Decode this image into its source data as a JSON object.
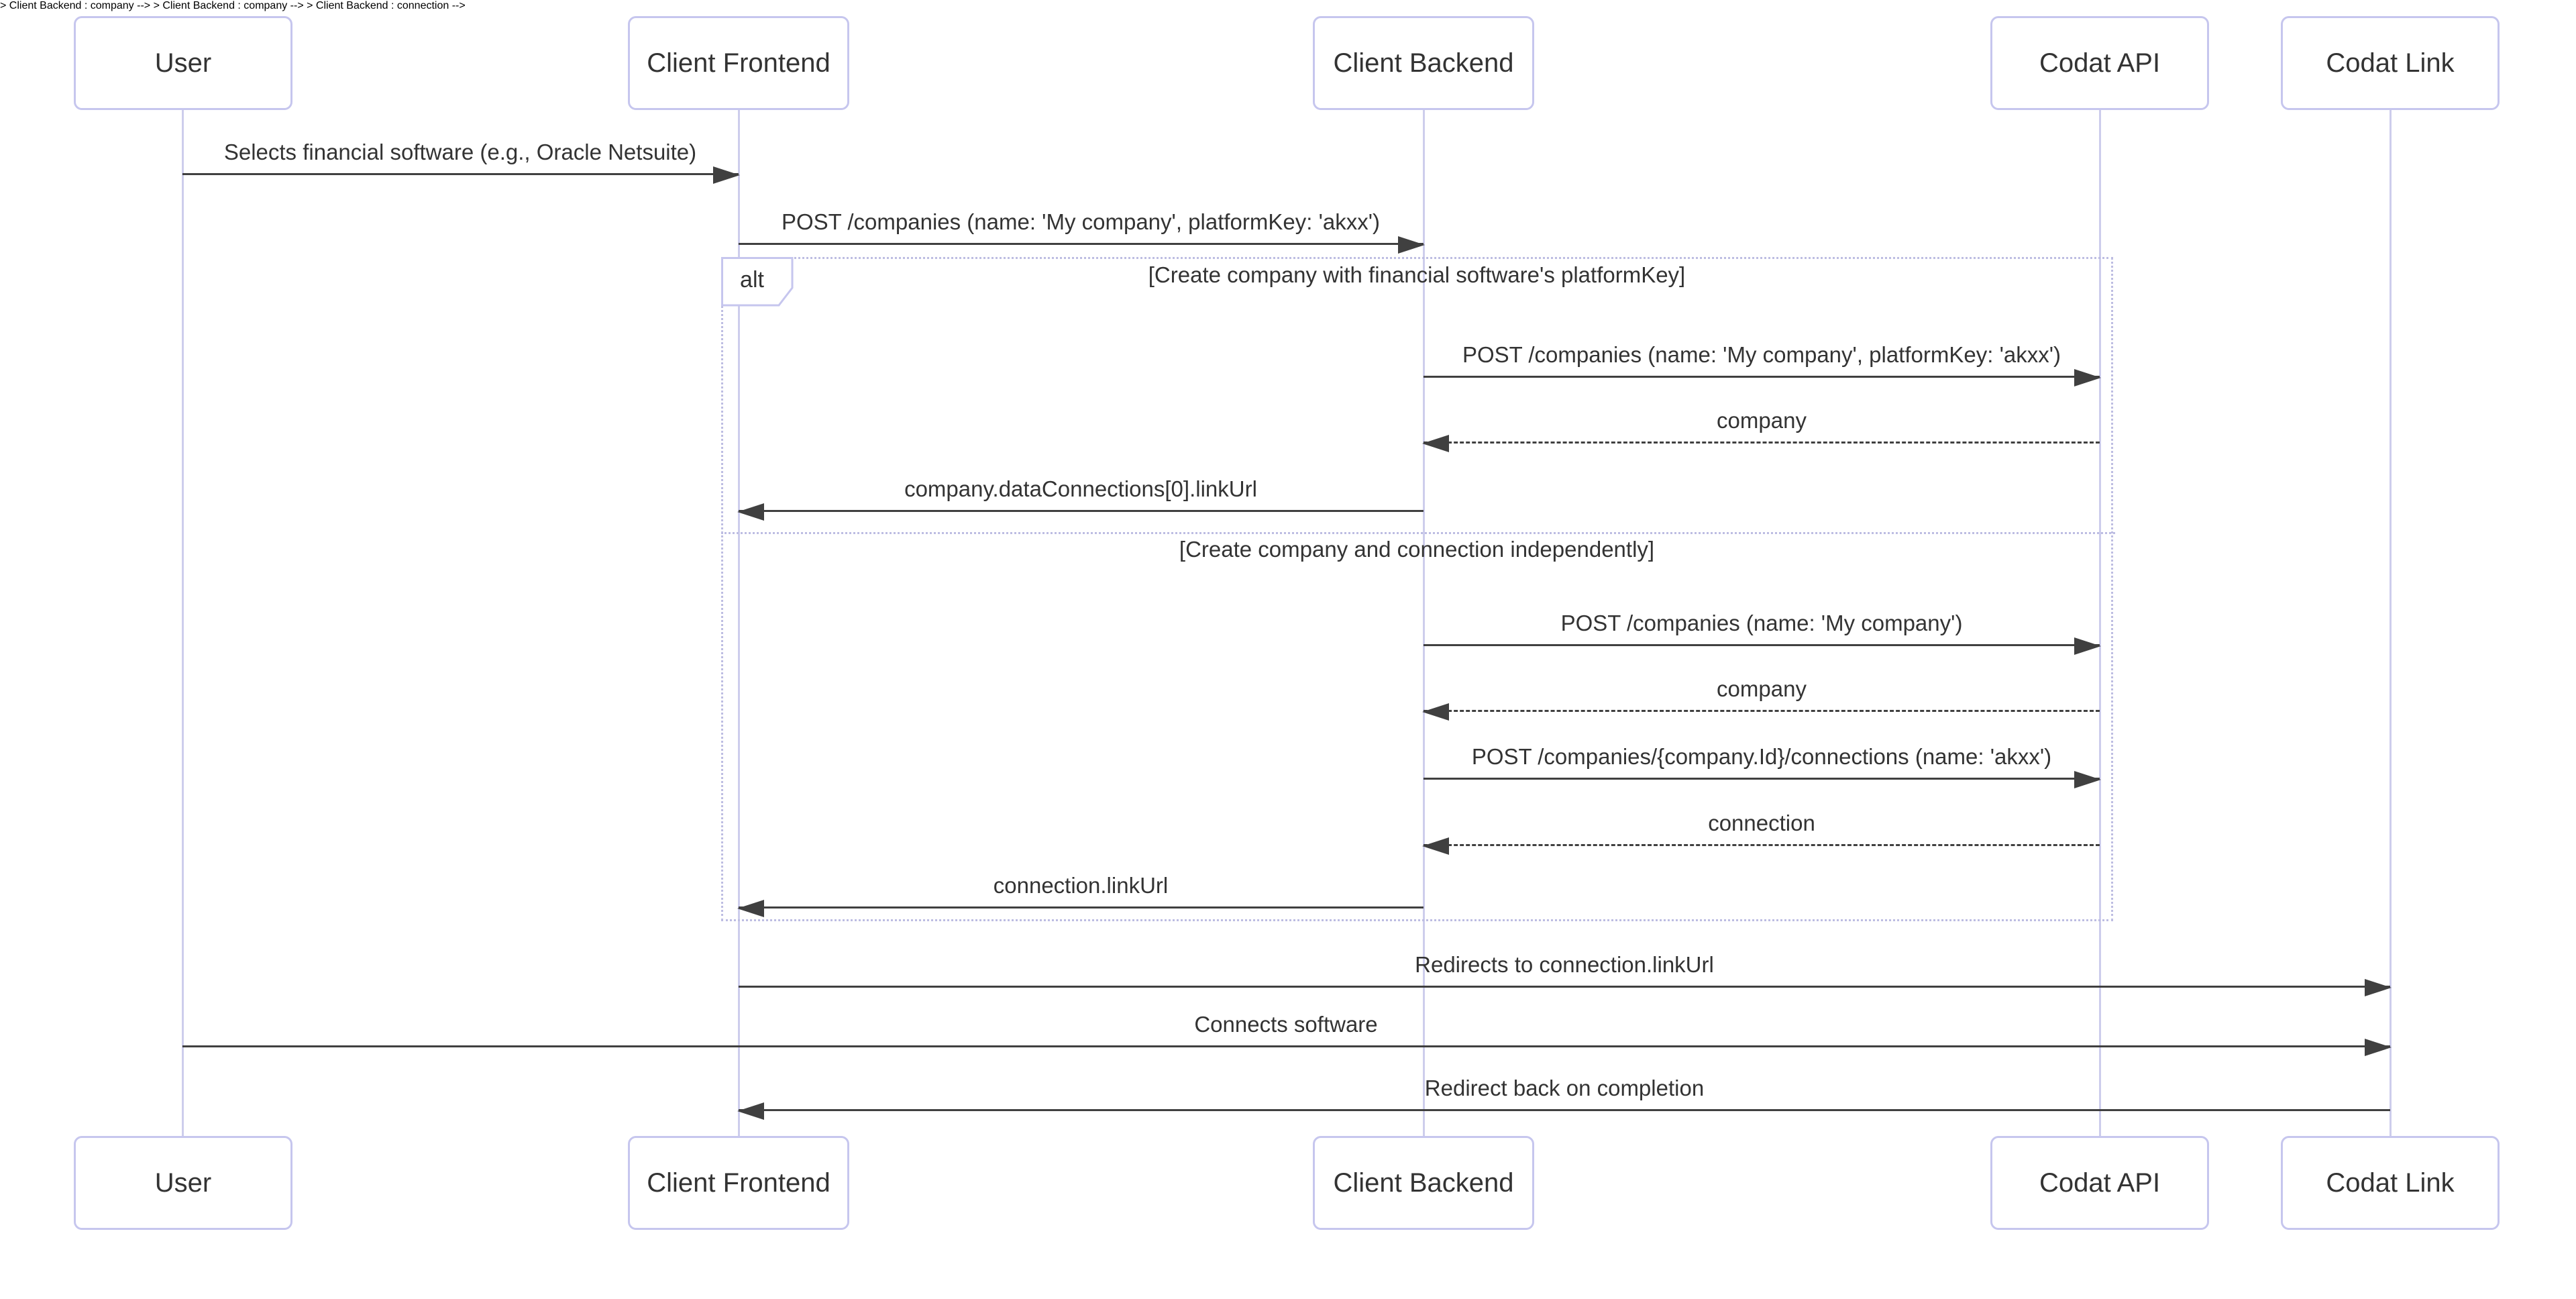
{
  "actors": [
    {
      "id": "user",
      "label": "User"
    },
    {
      "id": "client-frontend",
      "label": "Client Frontend"
    },
    {
      "id": "client-backend",
      "label": "Client Backend"
    },
    {
      "id": "codat-api",
      "label": "Codat API"
    },
    {
      "id": "codat-link",
      "label": "Codat Link"
    }
  ],
  "alt_frame": {
    "label": "alt",
    "conditions": [
      "[Create company with financial software's platformKey]",
      "[Create company and connection independently]"
    ]
  },
  "messages": [
    {
      "from": "User",
      "to": "Client Frontend",
      "text": "Selects financial software (e.g., Oracle Netsuite)",
      "line": "solid",
      "direction": "right"
    },
    {
      "from": "Client Frontend",
      "to": "Client Backend",
      "text": "POST /companies (name: 'My company', platformKey: 'akxx')",
      "line": "solid",
      "direction": "right"
    },
    {
      "from": "Client Backend",
      "to": "Codat API",
      "text": "POST /companies (name: 'My company', platformKey: 'akxx')",
      "line": "solid",
      "direction": "right"
    },
    {
      "from": "Codat API",
      "to": "Client Backend",
      "text": "company",
      "line": "dashed",
      "direction": "left"
    },
    {
      "from": "Client Backend",
      "to": "Client Frontend",
      "text": "company.dataConnections[0].linkUrl",
      "line": "solid",
      "direction": "left"
    },
    {
      "from": "Client Backend",
      "to": "Codat API",
      "text": "POST /companies (name: 'My company')",
      "line": "solid",
      "direction": "right"
    },
    {
      "from": "Codat API",
      "to": "Client Backend",
      "text": "company",
      "line": "dashed",
      "direction": "left"
    },
    {
      "from": "Client Backend",
      "to": "Codat API",
      "text": "POST /companies/{company.Id}/connections (name: 'akxx')",
      "line": "solid",
      "direction": "right"
    },
    {
      "from": "Codat API",
      "to": "Client Backend",
      "text": "connection",
      "line": "dashed",
      "direction": "left"
    },
    {
      "from": "Client Backend",
      "to": "Client Frontend",
      "text": "connection.linkUrl",
      "line": "solid",
      "direction": "left"
    },
    {
      "from": "Client Frontend",
      "to": "Codat Link",
      "text": "Redirects to connection.linkUrl",
      "line": "solid",
      "direction": "right"
    },
    {
      "from": "User",
      "to": "Codat Link",
      "text": "Connects software",
      "line": "solid",
      "direction": "right"
    },
    {
      "from": "Codat Link",
      "to": "Client Frontend",
      "text": "Redirect back on completion",
      "line": "solid",
      "direction": "left"
    }
  ],
  "colors": {
    "background": "#ffffff",
    "actor_fill": "#ffffff",
    "actor_border": "#c6c6ee",
    "lifeline": "#cdcdec",
    "frame_border": "#bdbde2",
    "message_text": "#333333",
    "arrow": "#404040"
  }
}
